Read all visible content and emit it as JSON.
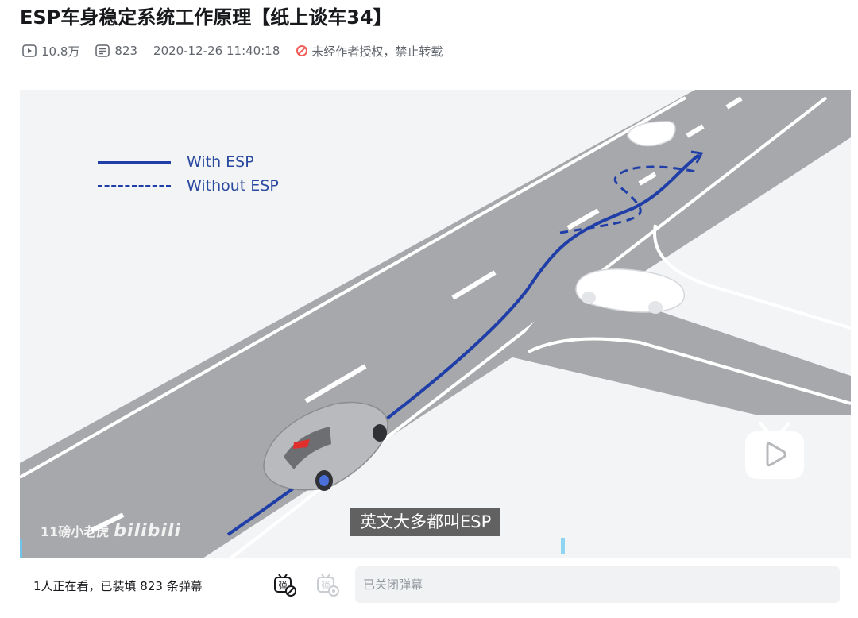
{
  "video": {
    "title": "ESP车身稳定系统工作原理【纸上谈车34】",
    "views": "10.8万",
    "danmaku_count": "823",
    "published": "2020-12-26 11:40:18",
    "copyright_notice": "未经作者授权，禁止转载"
  },
  "player": {
    "legend": {
      "with_esp": "With ESP",
      "without_esp": "Without ESP"
    },
    "subtitle": "英文大多都叫ESP",
    "watermark_author": "11磅小老虎",
    "watermark_brand": "bilibili"
  },
  "danmaku_bar": {
    "viewers_text": "1人正在看，已装填 823 条弹幕",
    "input_placeholder": "已关闭弹幕"
  },
  "icons": {
    "play_count": "play-count-icon",
    "danmaku_count": "danmaku-count-icon",
    "no_reprint": "no-reprint-icon",
    "danmaku_toggle": "danmaku-toggle-icon",
    "danmaku_settings": "danmaku-settings-icon",
    "bilibili_tv": "bilibili-tv-logo"
  },
  "colors": {
    "accent_blue": "#1f3ea8",
    "warning_red": "#f25d59",
    "text_primary": "#18191c",
    "text_secondary": "#61666d"
  }
}
